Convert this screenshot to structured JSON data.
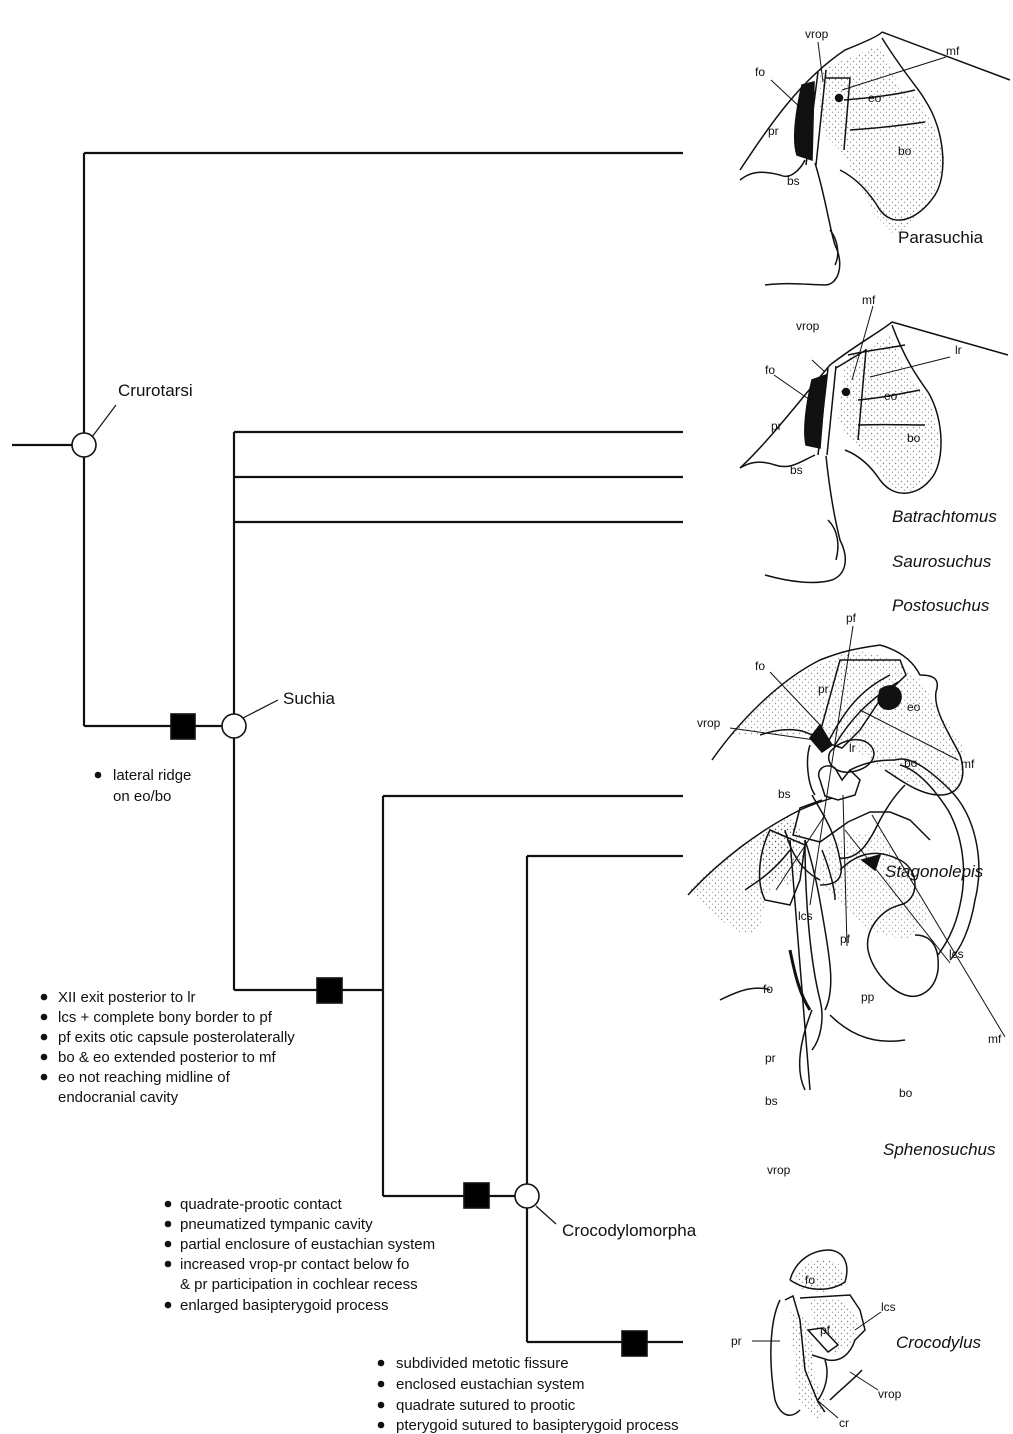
{
  "nodes": {
    "crurotarsi": "Crurotarsi",
    "suchia": "Suchia",
    "crocodylomorpha": "Crocodylomorpha"
  },
  "taxa": {
    "parasuchia": "Parasuchia",
    "batrachotomus": "Batrachtomus",
    "saurosuchus": "Saurosuchus",
    "postosuchus": "Postosuchus",
    "stagonolepis": "Stagonolepis",
    "sphenosuchus": "Sphenosuchus",
    "crocodylus": "Crocodylus"
  },
  "characters": {
    "suchia": [
      "lateral ridge",
      "on eo/bo"
    ],
    "node2": [
      "XII exit posterior to lr",
      "lcs + complete bony border to pf",
      "pf exits otic capsule posterolaterally",
      "bo & eo extended posterior to mf",
      "eo not reaching midline  of",
      "endocranial cavity"
    ],
    "crocodylomorpha": [
      "quadrate-prootic contact",
      "pneumatized tympanic cavity",
      "partial enclosure of eustachian system",
      "increased vrop-pr contact below fo",
      "& pr participation in cochlear recess",
      "enlarged basipterygoid process"
    ],
    "crocodylus": [
      "subdivided metotic fissure",
      "enclosed eustachian system",
      "quadrate sutured to prootic",
      "pterygoid sutured to basipterygoid process"
    ]
  },
  "labels": {
    "parasuchia": {
      "vrop": "vrop",
      "mf": "mf",
      "fo": "fo",
      "eo": "eo",
      "pr": "pr",
      "bo": "bo",
      "bs": "bs"
    },
    "batrachotomus": {
      "mf": "mf",
      "vrop": "vrop",
      "lr": "lr",
      "fo": "fo",
      "eo": "eo",
      "pr": "pr",
      "bo": "bo",
      "bs": "bs"
    },
    "stagonolepis": {
      "pf": "pf",
      "fo": "fo",
      "pr": "pr",
      "eo": "eo",
      "vrop": "vrop",
      "lr": "lr",
      "bo": "bo",
      "mf": "mf",
      "bs": "bs",
      "lcs": "lcs"
    },
    "sphenosuchus": {
      "pf": "pf",
      "lcs": "lcs",
      "fo": "fo",
      "pp": "pp",
      "mf": "mf",
      "pr": "pr",
      "bo": "bo",
      "bs": "bs",
      "vrop": "vrop"
    },
    "crocodylus": {
      "fo": "fo",
      "lcs": "lcs",
      "pf": "pf",
      "pr": "pr",
      "vrop": "vrop",
      "cr": "cr"
    }
  }
}
